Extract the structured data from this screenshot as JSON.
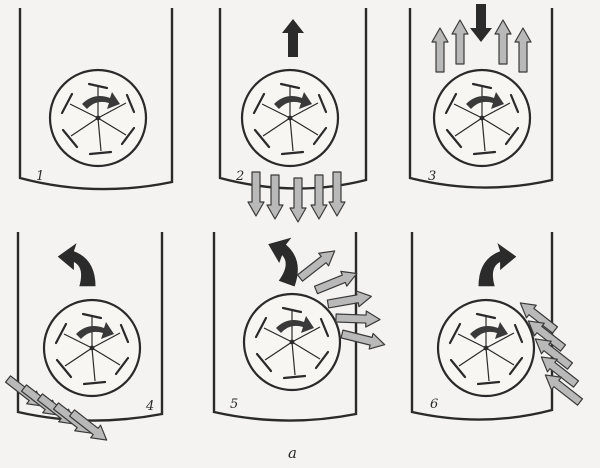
{
  "figure": {
    "caption": "a",
    "panels": [
      {
        "number": "1"
      },
      {
        "number": "2"
      },
      {
        "number": "3"
      },
      {
        "number": "4"
      },
      {
        "number": "5"
      },
      {
        "number": "6"
      }
    ]
  },
  "colors": {
    "background": "#f4f3f1",
    "ink": "#2a2a2a",
    "dark_arrow": "#2b2b2b",
    "light_arrow": "#b9b9b9"
  },
  "icons": {
    "panel_1": [],
    "panel_2": [
      "up-arrow-icon",
      "down-arrows-icon"
    ],
    "panel_3": [
      "up-arrows-icon",
      "down-arrow-icon"
    ],
    "panel_4": [
      "curved-arrow-icon",
      "diagonal-arrows-icon"
    ],
    "panel_5": [
      "curved-arrow-icon",
      "diagonal-arrows-icon"
    ],
    "panel_6": [
      "curved-arrow-icon",
      "diagonal-arrows-icon"
    ]
  }
}
